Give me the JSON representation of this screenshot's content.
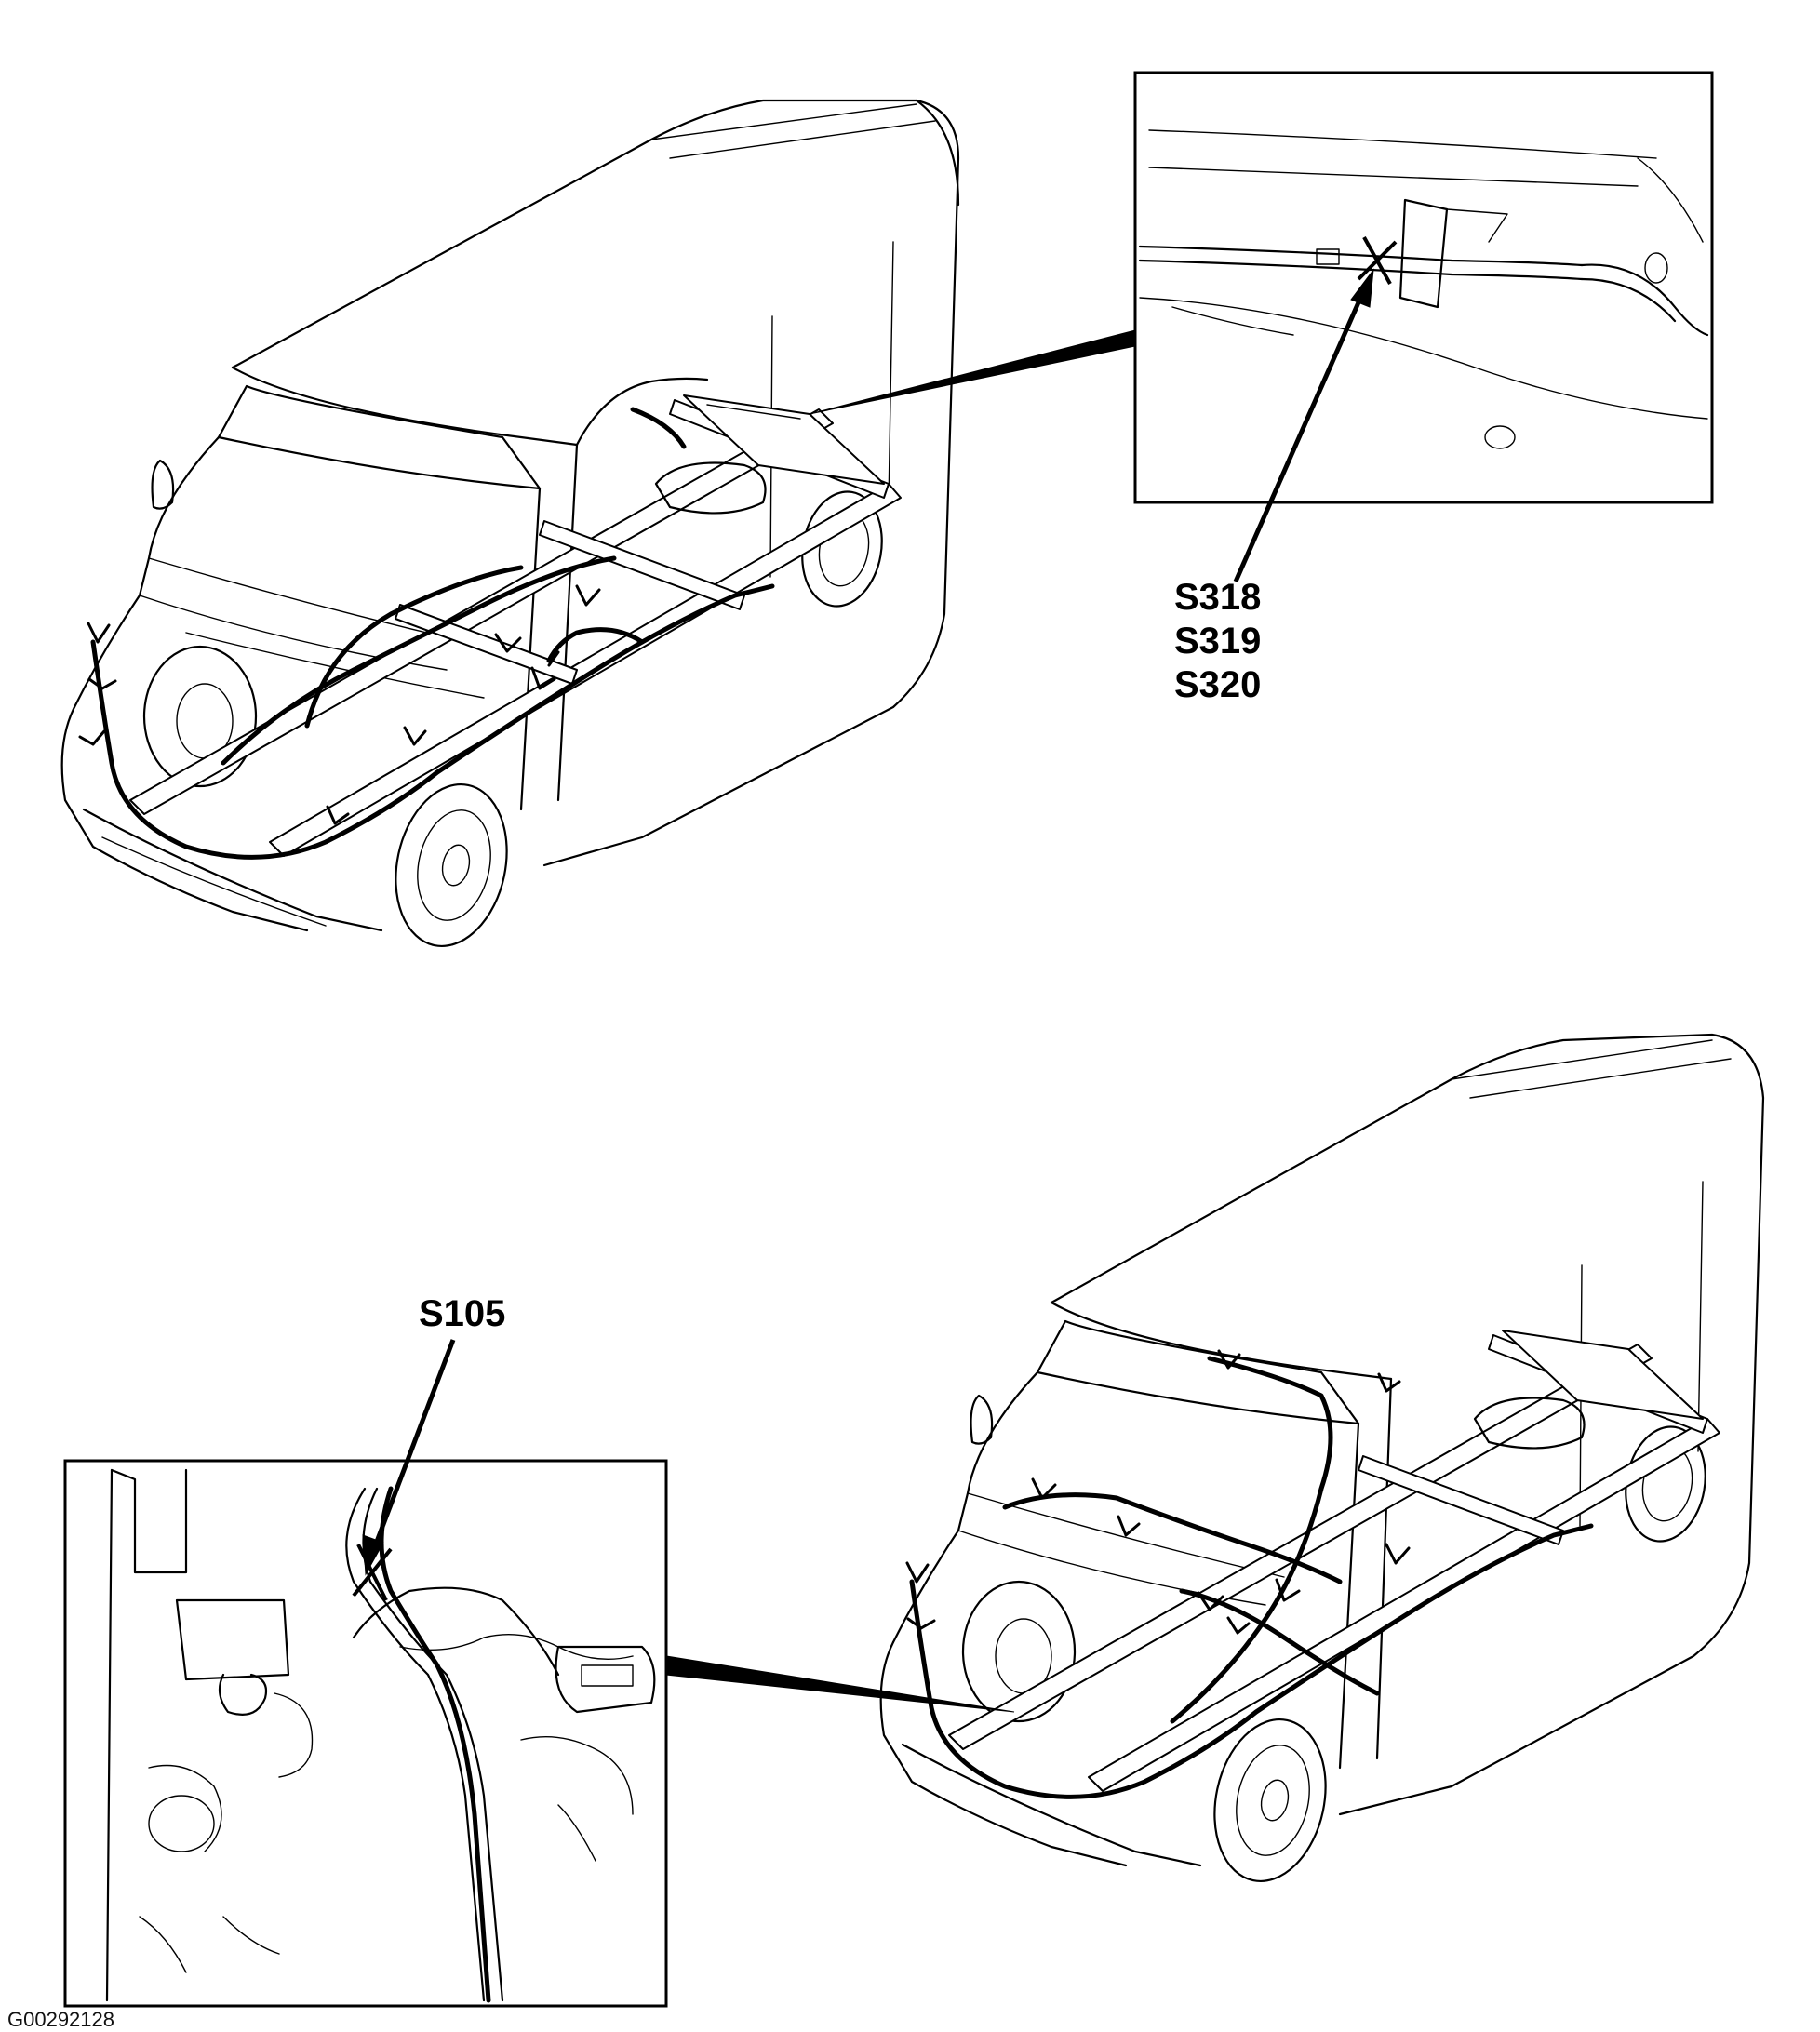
{
  "figure": {
    "id": "G00292128"
  },
  "callouts": {
    "top_splices": [
      "S318",
      "S319",
      "S320"
    ],
    "bottom_splice": "S105"
  },
  "colors": {
    "ink": "#000000",
    "background": "#ffffff"
  }
}
